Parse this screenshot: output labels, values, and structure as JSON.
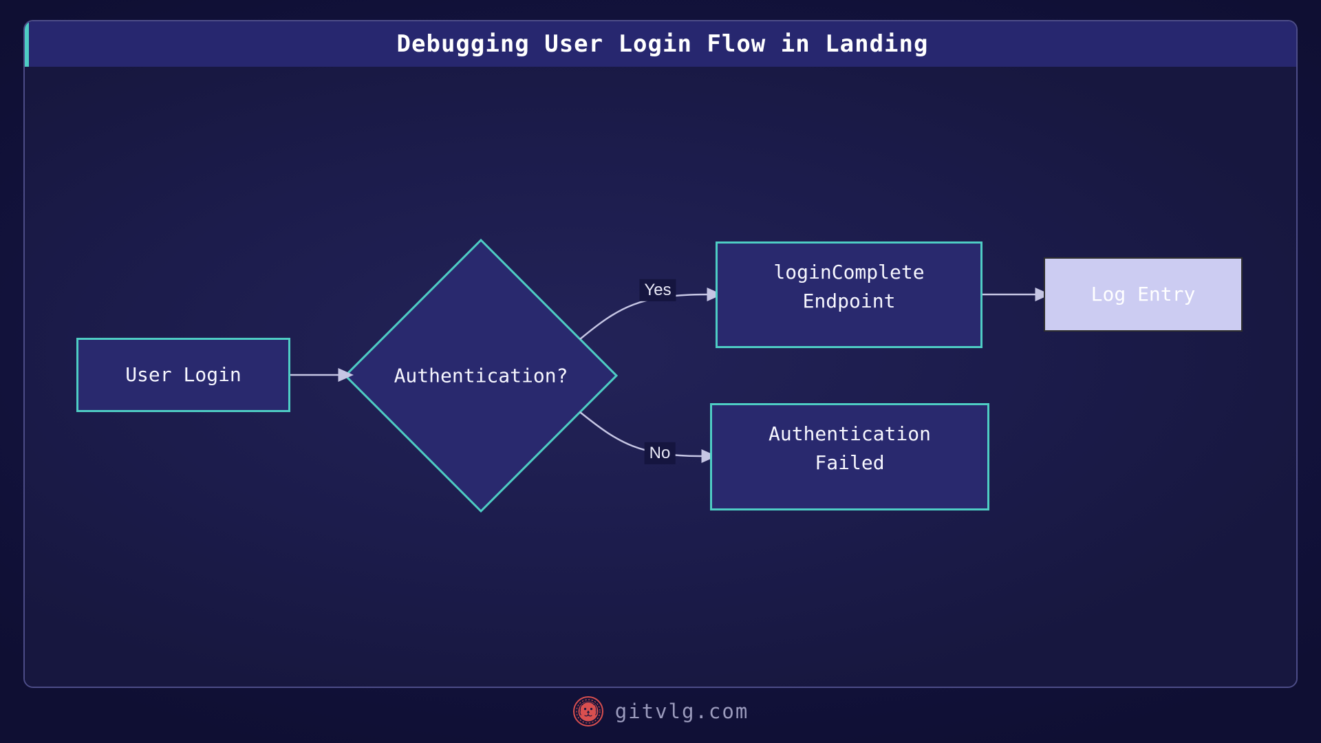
{
  "header": {
    "title": "Debugging User Login Flow in Landing"
  },
  "diagram": {
    "nodes": {
      "start": "User Login",
      "decision": "Authentication?",
      "success": {
        "line1": "loginComplete",
        "line2": "Endpoint"
      },
      "failure": {
        "line1": "Authentication",
        "line2": "Failed"
      },
      "log": "Log Entry"
    },
    "edge_labels": {
      "yes": "Yes",
      "no": "No"
    }
  },
  "footer": {
    "site": "gitvlg.com",
    "logo": "lion-emblem"
  },
  "colors": {
    "page_bg": "#11113a",
    "panel_bg": "#1c1c4c",
    "panel_border": "#4d4d88",
    "header_fill": "#27276f",
    "accent_teal": "#4ecdc4",
    "node_fill": "#29296e",
    "node_text": "#f7f7ff",
    "title_text": "#ffffff",
    "edge_color": "#c6c6e4",
    "label_bg": "#15153f",
    "log_entry_fill": "#ccccf2",
    "log_entry_border": "#2f2f2f",
    "logo_red": "#d94f4f",
    "footer_text": "#9b9bbd"
  }
}
